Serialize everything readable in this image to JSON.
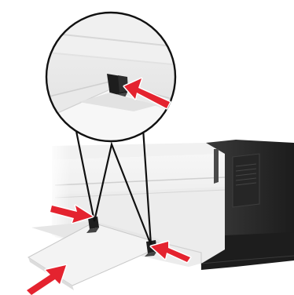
{
  "illustration": {
    "subject": "printer-manual-feeder-paper-loading",
    "colors": {
      "arrow_red": "#e4232f",
      "arrow_outline": "#ffffff",
      "callout_outline": "#111111",
      "printer_light": "#f4f4f4",
      "printer_shadow": "#d2d2d2",
      "printer_dark": "#2b2b2b",
      "paper": "#f0f0f0"
    },
    "callout_arrows": [
      {
        "name": "magnified-guide-arrow"
      },
      {
        "name": "left-guide-arrow"
      },
      {
        "name": "right-guide-arrow"
      },
      {
        "name": "paper-insert-arrow"
      }
    ]
  }
}
